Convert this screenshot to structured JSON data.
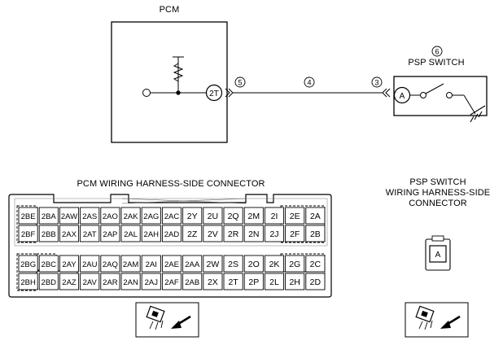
{
  "schematic": {
    "pcm_title": "PCM",
    "psp_title": "PSP SWITCH",
    "terminal_pcm": "2T",
    "terminal_psp": "A",
    "callouts": [
      "5",
      "4",
      "3",
      "6"
    ]
  },
  "pcm_connector": {
    "title": "PCM WIRING HARNESS-SIDE CONNECTOR",
    "upper_rows": [
      [
        "2BE",
        "2BA",
        "2AW",
        "2AS",
        "2AO",
        "2AK",
        "2AG",
        "2AC",
        "2Y",
        "2U",
        "2Q",
        "2M",
        "2I",
        "2E",
        "2A"
      ],
      [
        "2BF",
        "2BB",
        "2AX",
        "2AT",
        "2AP",
        "2AL",
        "2AH",
        "2AD",
        "2Z",
        "2V",
        "2R",
        "2N",
        "2J",
        "2F",
        "2B"
      ]
    ],
    "lower_rows": [
      [
        "2BG",
        "2BC",
        "2AY",
        "2AU",
        "2AQ",
        "2AM",
        "2AI",
        "2AE",
        "2AA",
        "2W",
        "2S",
        "2O",
        "2K",
        "2G",
        "2C"
      ],
      [
        "2BH",
        "2BD",
        "2AZ",
        "2AV",
        "2AR",
        "2AN",
        "2AJ",
        "2AF",
        "2AB",
        "2X",
        "2T",
        "2P",
        "2L",
        "2H",
        "2D"
      ]
    ]
  },
  "psp_connector": {
    "title_lines": [
      "PSP SWITCH",
      "WIRING HARNESS-SIDE",
      "CONNECTOR"
    ],
    "pin": "A"
  }
}
